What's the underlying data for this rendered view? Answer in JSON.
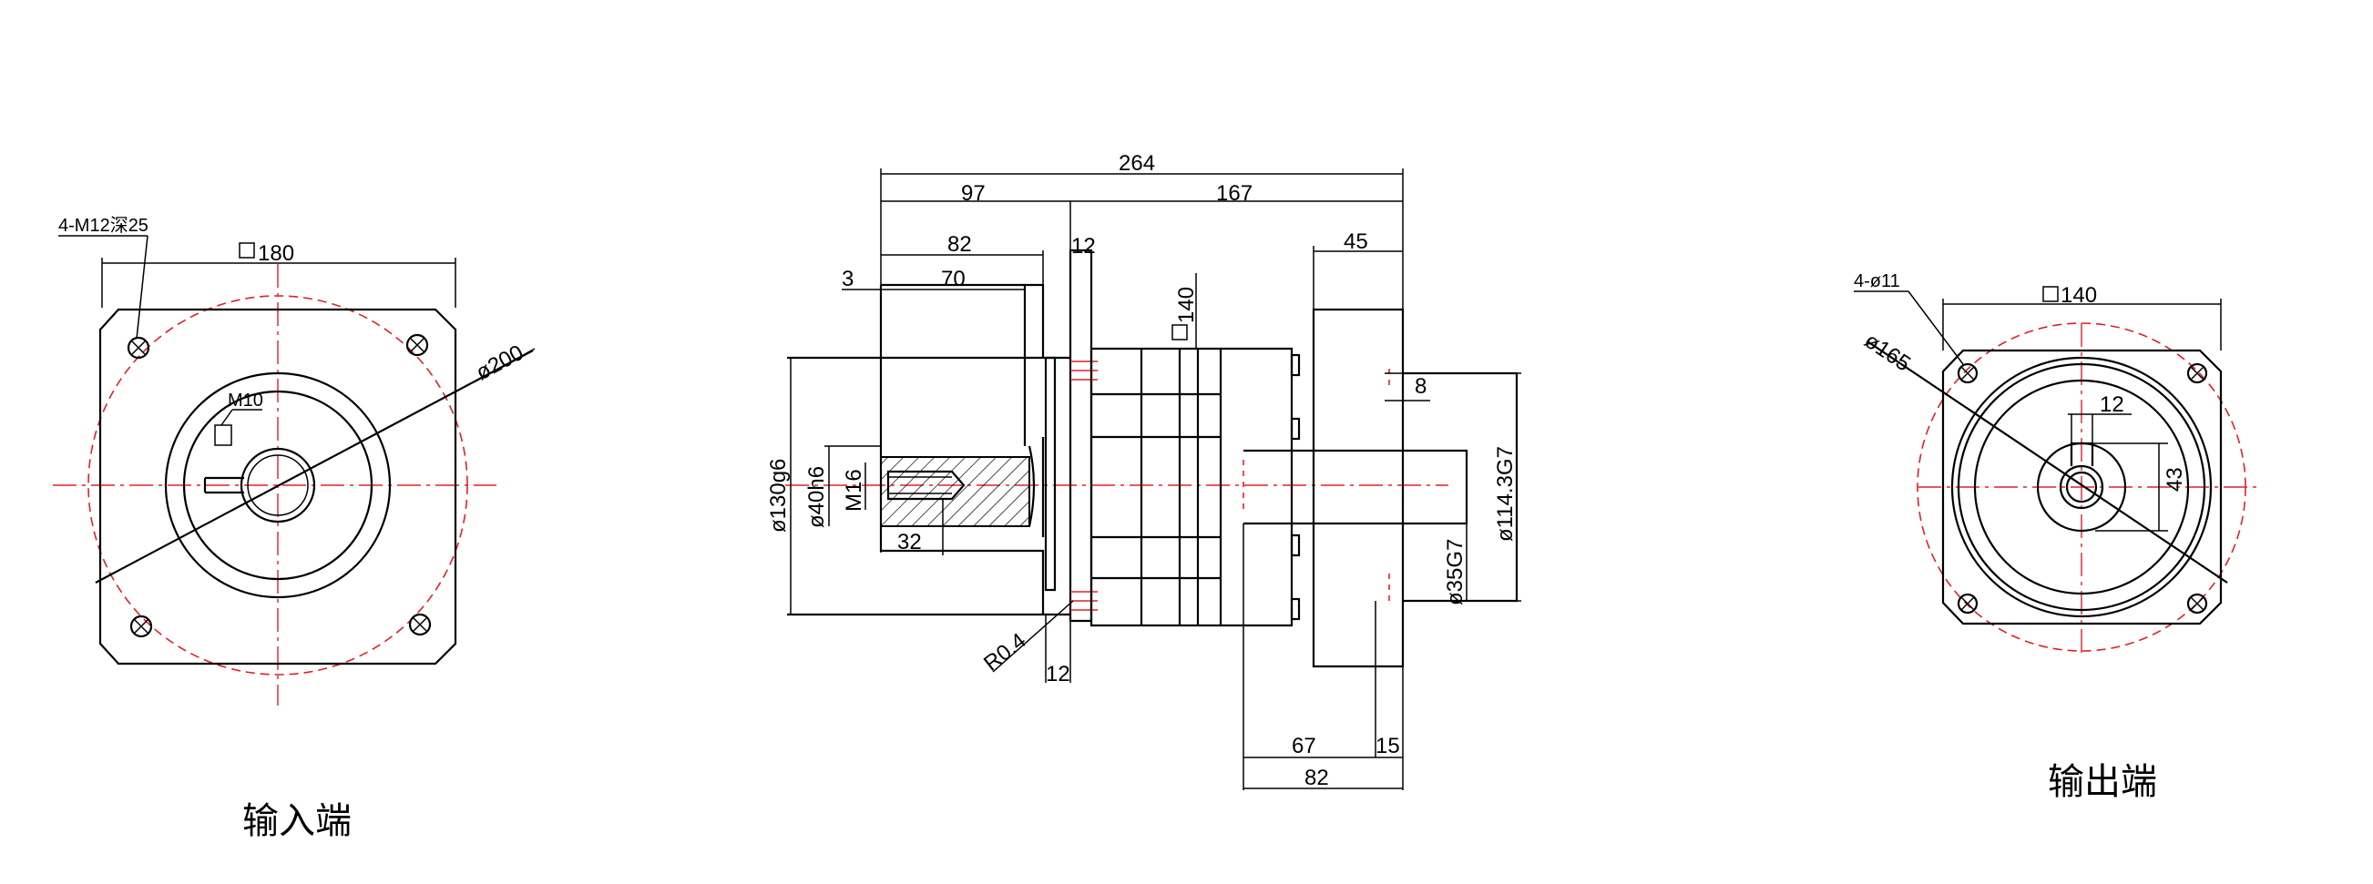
{
  "colors": {
    "line": "#000000",
    "centerline": "#e0202a",
    "background": "#ffffff"
  },
  "input_view": {
    "caption": "输入端",
    "dims": {
      "holes": "4-M12深25",
      "square": "180",
      "pcd": "ø200",
      "key": "M10"
    }
  },
  "side_view": {
    "dims": {
      "total": "264",
      "left": "97",
      "right": "167",
      "a82": "82",
      "a12": "12",
      "a3": "3",
      "a70": "70",
      "a45": "45",
      "sq140": "140",
      "a8": "8",
      "d130": "ø130g6",
      "d40": "ø40h6",
      "m16": "M16",
      "a32": "32",
      "d114": "ø114.3G7",
      "d35": "ø35G7",
      "r04": "R0.4",
      "b12": "12",
      "a67": "67",
      "a15": "15",
      "b82": "82"
    }
  },
  "output_view": {
    "caption": "输出端",
    "dims": {
      "holes": "4-ø11",
      "square": "140",
      "pcd": "ø165",
      "key": "12",
      "depth": "43"
    }
  }
}
